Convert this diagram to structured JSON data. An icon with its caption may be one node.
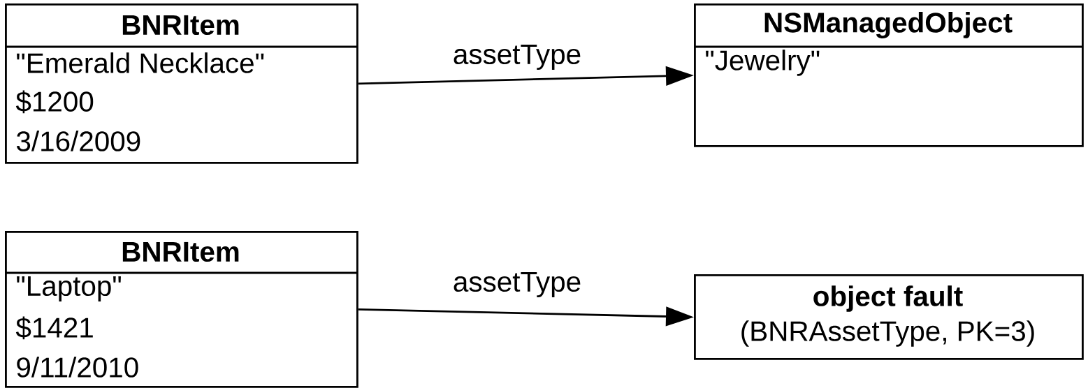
{
  "diagram": {
    "nodes": [
      {
        "text": [
          "BNRItem",
          "\"Emerald Necklace\"",
          "$1200",
          "3/16/2009"
        ]
      },
      {
        "text": [
          "NSManagedObject",
          "\"Jewelry\""
        ]
      },
      {
        "text": [
          "BNRItem",
          "\"Laptop\"",
          "$1421",
          "9/11/2010"
        ]
      },
      {
        "text": [
          "object fault",
          "(BNRAssetType, PK=3)"
        ]
      }
    ],
    "edges": [
      {
        "from": 0,
        "to": 1,
        "arrow": "to",
        "label": "assetType"
      },
      {
        "from": 2,
        "to": 3,
        "arrow": "to",
        "label": "assetType"
      }
    ]
  }
}
